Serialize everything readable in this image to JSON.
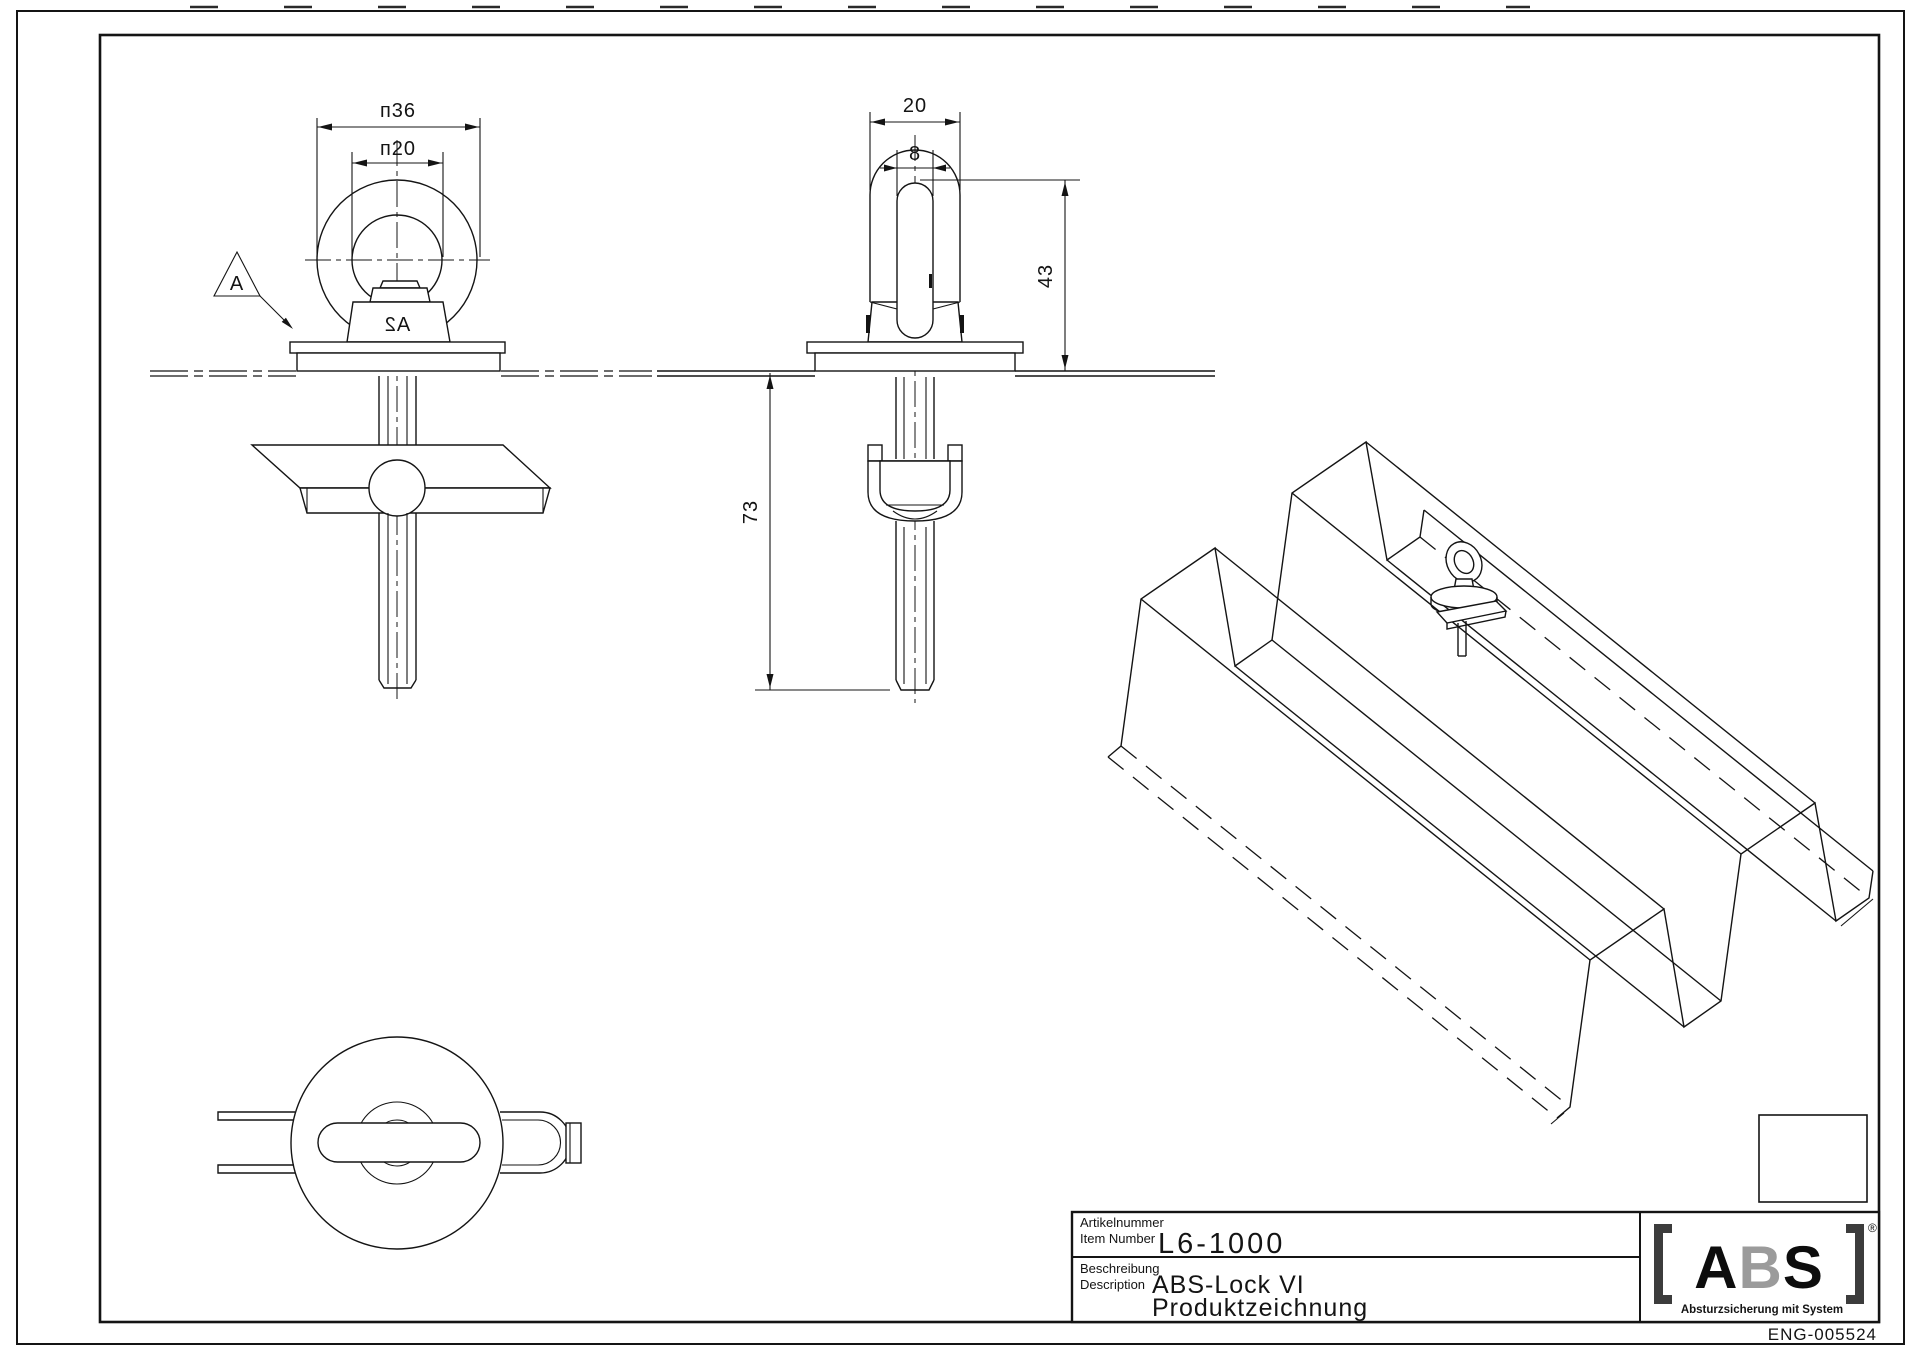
{
  "drawing": {
    "front_view": {
      "dim_outer_diameter": "п36",
      "dim_inner_diameter": "п20",
      "detail_marker": "A",
      "steel_grade_mark": "A2"
    },
    "side_view": {
      "dim_width": "20",
      "dim_slot": "8",
      "dim_height_above": "43",
      "dim_length_below": "73"
    }
  },
  "title_block": {
    "item_label_de": "Artikelnummer",
    "item_label_en": "Item Number",
    "item_value": "L6-1000",
    "desc_label_de": "Beschreibung",
    "desc_label_en": "Description",
    "desc_value_line1": "ABS-Lock VI",
    "desc_value_line2": "Produktzeichnung"
  },
  "logo": {
    "letter_a": "A",
    "letter_b": "B",
    "letter_s": "S",
    "registered": "®",
    "tagline": "Absturzsicherung mit System"
  },
  "doc_number": "ENG-005524",
  "colors": {
    "line": "#141414",
    "logo_gray": "#9b9b9b",
    "bracket_gray": "#3c3c3c",
    "background": "#ffffff"
  }
}
